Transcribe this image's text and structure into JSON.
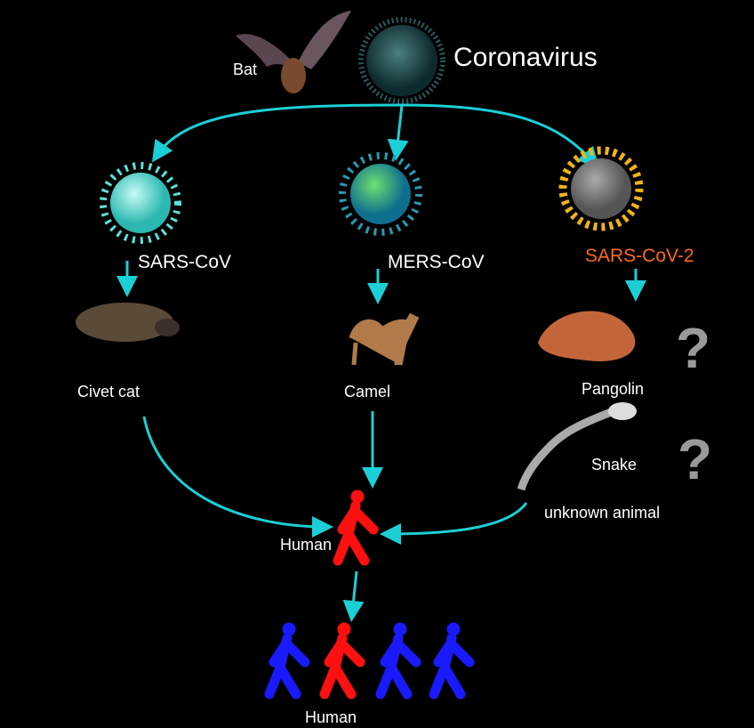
{
  "title": "Coronavirus",
  "colors": {
    "arrow": "#1ccfd6",
    "highlight": "#ff6a1a",
    "human_red": "#ff1010",
    "human_blue": "#1a1aff",
    "question": "#9a9a9a"
  },
  "source": {
    "animal": "Bat"
  },
  "strains": [
    {
      "name": "SARS-CoV",
      "host": "Civet cat"
    },
    {
      "name": "MERS-CoV",
      "host": "Camel"
    },
    {
      "name": "SARS-CoV-2",
      "host": "Pangolin",
      "alt_host": "Snake",
      "unknown": "unknown animal"
    }
  ],
  "question_mark": "?",
  "human_label": "Human",
  "human_group_label": "Human"
}
